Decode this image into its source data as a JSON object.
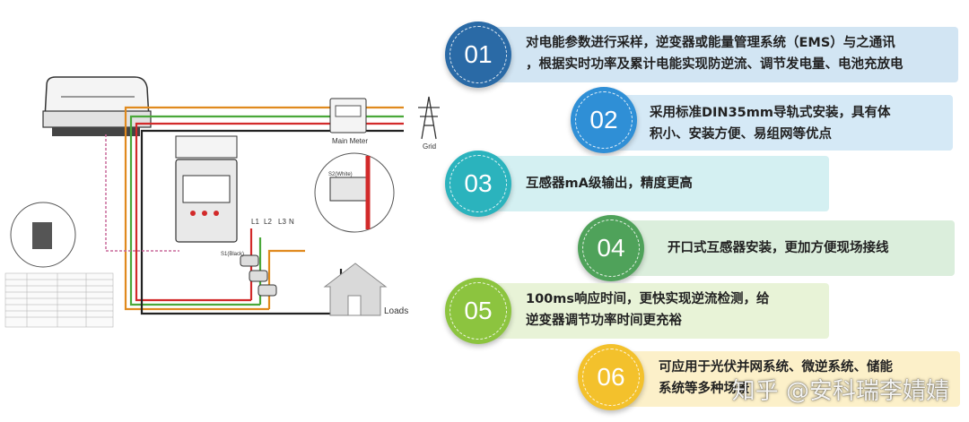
{
  "diagram": {
    "labels": {
      "main_meter": "Main Meter",
      "grid": "Grid",
      "loads": "Loads",
      "line_l1": "L1",
      "line_l2": "L2",
      "line_l3": "L3",
      "line_n": "N",
      "ct_label_1": "S1(Black)",
      "ct_label_2": "S2(White)"
    }
  },
  "features": [
    {
      "num": "01",
      "text": "对电能参数进行采样，逆变器或能量管理系统（EMS）与之通讯，根据实时功率及累计电能实现防逆流、调节发电量、电池充放电",
      "line1": "对电能参数进行采样，逆变器或能量管理系统（EMS）与之通讯",
      "line2": "，根据实时功率及累计电能实现防逆流、调节发电量、电池充放电",
      "color": "#2a6aa6",
      "band": "#d2e5f3"
    },
    {
      "num": "02",
      "line1": "采用标准DIN35mm导轨式安装，具有体",
      "line2": "积小、安装方便、易组网等优点",
      "color": "#2f8fd6",
      "band": "#d5e9f6"
    },
    {
      "num": "03",
      "line1": "互感器mA级输出，精度更高",
      "line2": "",
      "color": "#2bb3bd",
      "band": "#d4f0f2"
    },
    {
      "num": "04",
      "line1": "开口式互感器安装，更加方便现场接线",
      "line2": "",
      "color": "#4fa25a",
      "band": "#dbeedc"
    },
    {
      "num": "05",
      "line1": "100ms响应时间，更快实现逆流检测，给",
      "line2": "逆变器调节功率时间更充裕",
      "color": "#8cc43f",
      "band": "#e8f3d7"
    },
    {
      "num": "06",
      "line1": "可应用于光伏并网系统、微逆系统、储能",
      "line2": "系统等多种场景",
      "color": "#f3c12c",
      "band": "#fcf0c9"
    }
  ],
  "watermark": "知乎 @安科瑞李婧婧"
}
